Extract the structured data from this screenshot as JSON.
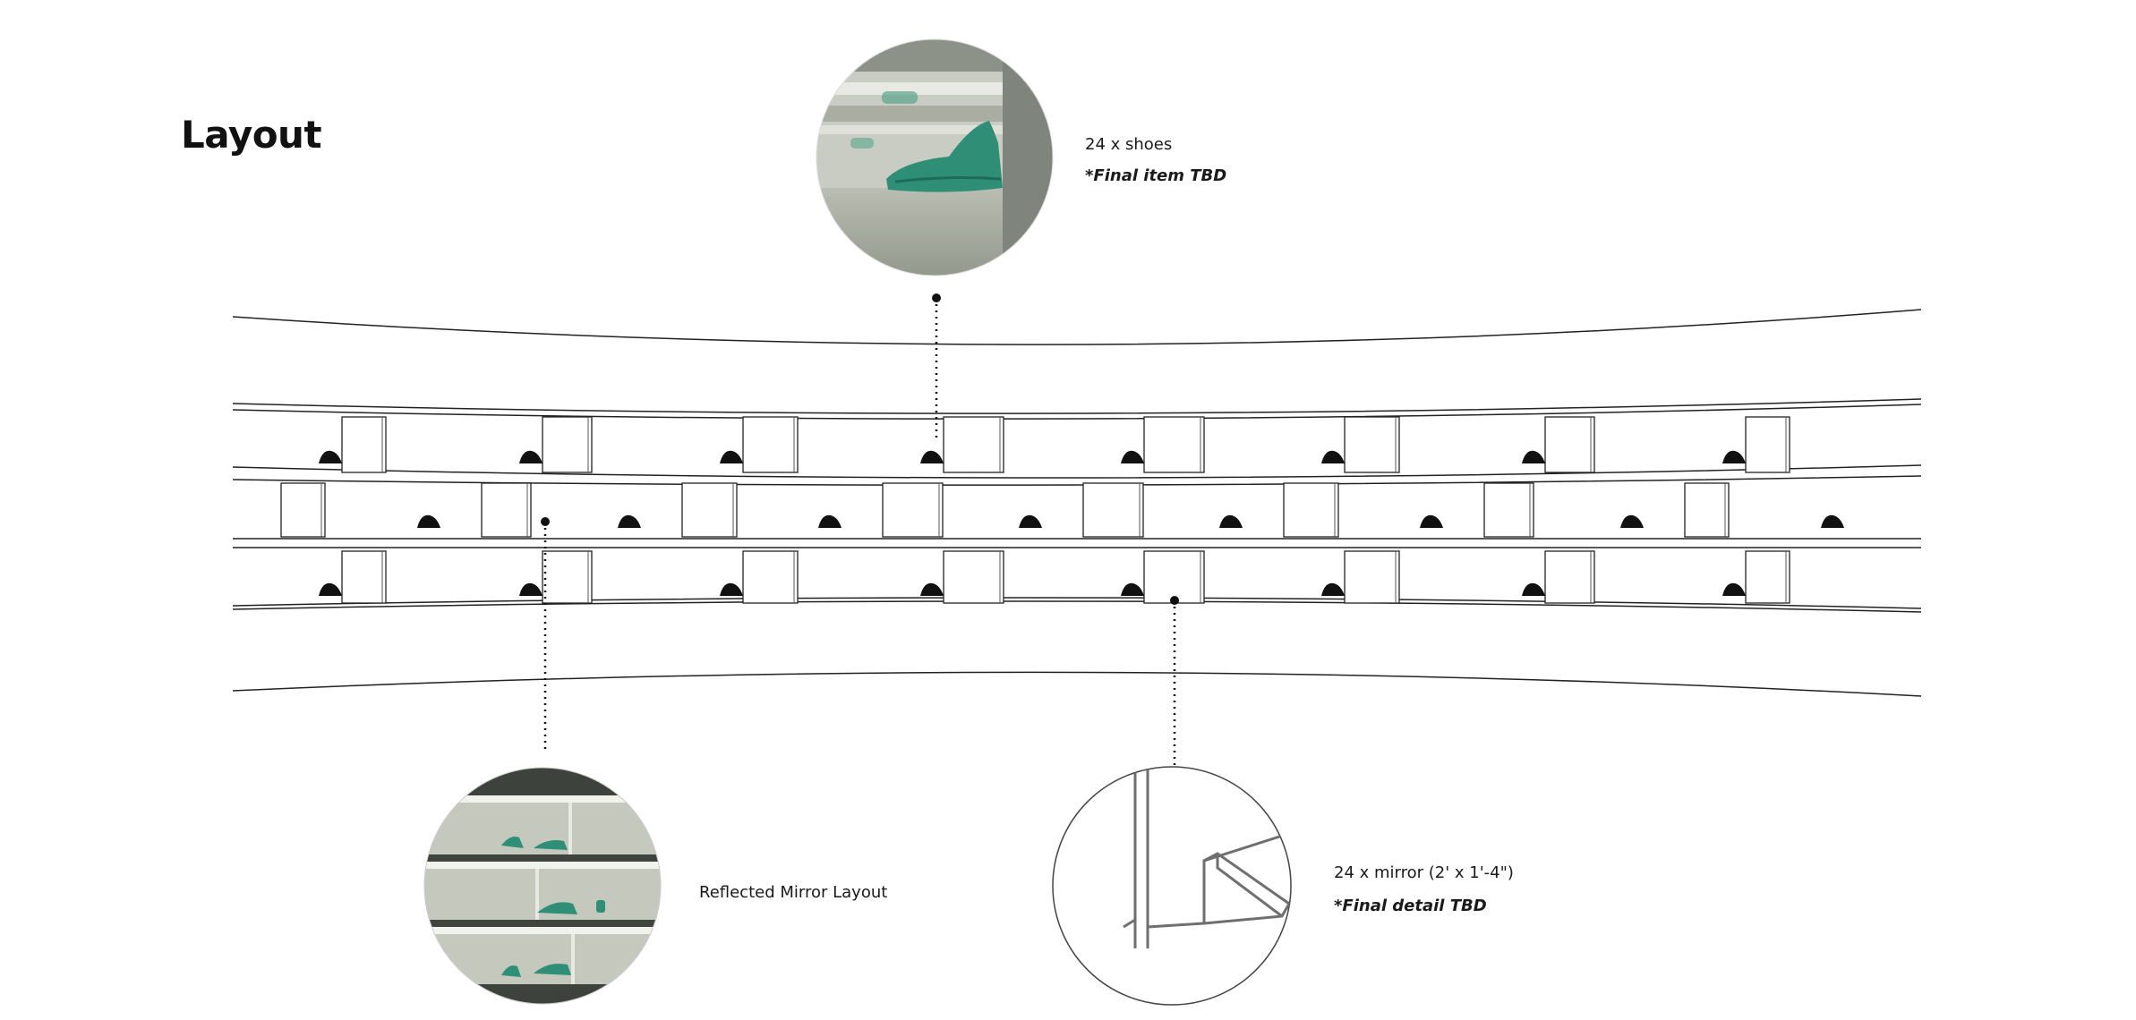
{
  "title": "Layout",
  "callouts": {
    "shoes": {
      "quantity": "24 x shoes",
      "note": "*Final item TBD",
      "icon": "sneaker-photo"
    },
    "mirror_layout": {
      "label": "Reflected Mirror Layout",
      "icon": "reflected-shelf-photo"
    },
    "mirror": {
      "quantity": "24 x mirror (2' x 1'-4\")",
      "note": "*Final detail TBD",
      "icon": "mirror-bracket-detail"
    }
  },
  "display": {
    "shelves": 3,
    "items_per_shelf": 8
  },
  "colors": {
    "line": "#1a1a1a",
    "accent_green": "#3e9a7e",
    "photo_bg": "#c7cbc0"
  }
}
